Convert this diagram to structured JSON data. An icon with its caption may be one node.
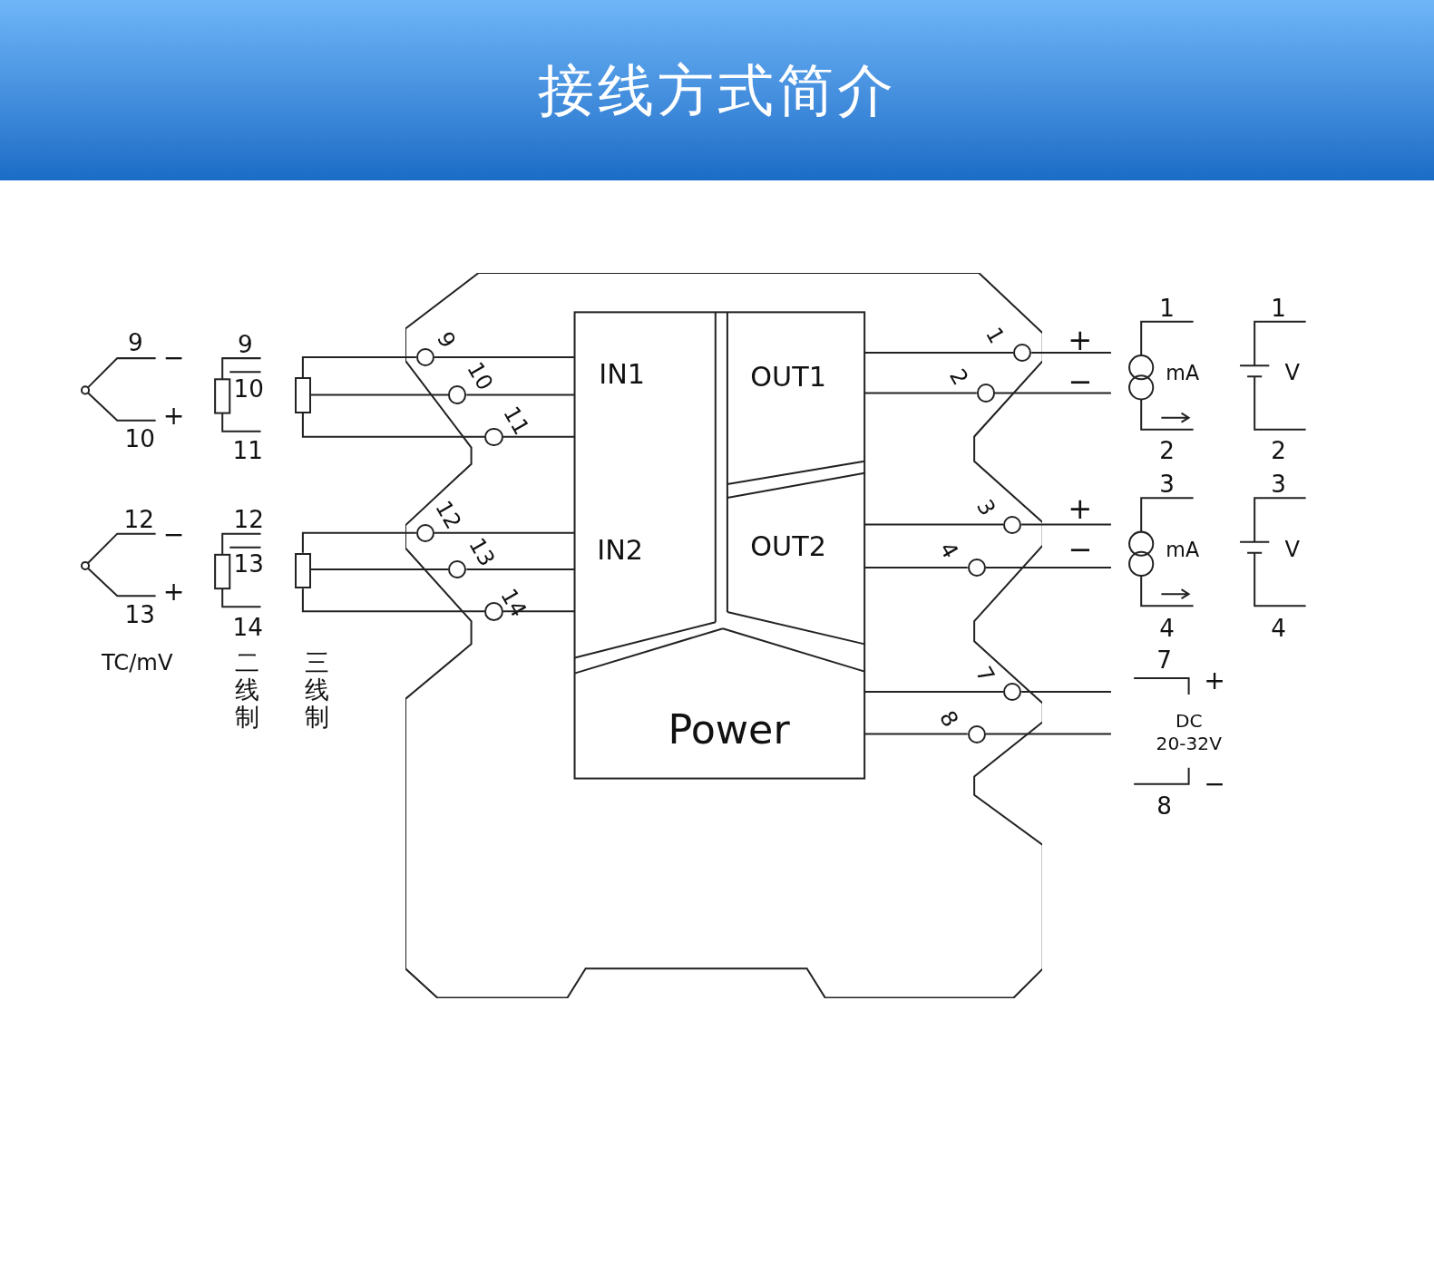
{
  "diagram": {
    "title": "接线方式简介",
    "nodes": [
      {
        "text": [],
        "shape": "box"
      },
      {
        "text": [
          "IN1"
        ],
        "in": 0
      },
      {
        "text": [
          "OUT1"
        ],
        "in": 0
      },
      {
        "text": [
          "IN2"
        ],
        "in": 0
      },
      {
        "text": [
          "OUT2"
        ],
        "in": 0
      },
      {
        "text": [
          "Power"
        ],
        "in": 0
      },
      {
        "text": [],
        "shape": "circle",
        "beside": [
          "9"
        ],
        "in": 0
      },
      {
        "text": [],
        "shape": "circle",
        "beside": [
          "10"
        ],
        "in": 0
      },
      {
        "text": [],
        "shape": "circle",
        "beside": [
          "11"
        ],
        "in": 0
      },
      {
        "text": [],
        "shape": "circle",
        "beside": [
          "12"
        ],
        "in": 0
      },
      {
        "text": [],
        "shape": "circle",
        "beside": [
          "13"
        ],
        "in": 0
      },
      {
        "text": [],
        "shape": "circle",
        "beside": [
          "14"
        ],
        "in": 0
      },
      {
        "text": [],
        "shape": "circle",
        "beside": [
          "1"
        ],
        "in": 0
      },
      {
        "text": [],
        "shape": "circle",
        "beside": [
          "2"
        ],
        "in": 0
      },
      {
        "text": [],
        "shape": "circle",
        "beside": [
          "3"
        ],
        "in": 0
      },
      {
        "text": [],
        "shape": "circle",
        "beside": [
          "4"
        ],
        "in": 0
      },
      {
        "text": [],
        "shape": "circle",
        "beside": [
          "7"
        ],
        "in": 0
      },
      {
        "text": [],
        "shape": "circle",
        "beside": [
          "8"
        ],
        "in": 0
      },
      {
        "text": [],
        "shape": "box"
      },
      {
        "text": [],
        "shape": "box"
      }
    ],
    "edges": [
      {
        "from": 18,
        "to": 6,
        "arrow": "none"
      },
      {
        "from": 18,
        "to": 7,
        "arrow": "none"
      },
      {
        "from": 18,
        "to": 8,
        "arrow": "none"
      },
      {
        "from": 6,
        "to": 1,
        "arrow": "none"
      },
      {
        "from": 7,
        "to": 1,
        "arrow": "none"
      },
      {
        "from": 8,
        "to": 1,
        "arrow": "none"
      },
      {
        "from": 19,
        "to": 9,
        "arrow": "none"
      },
      {
        "from": 19,
        "to": 10,
        "arrow": "none"
      },
      {
        "from": 19,
        "to": 11,
        "arrow": "none"
      },
      {
        "from": 9,
        "to": 3,
        "arrow": "none"
      },
      {
        "from": 10,
        "to": 3,
        "arrow": "none"
      },
      {
        "from": 11,
        "to": 3,
        "arrow": "none"
      },
      {
        "from": 12,
        "to": 2,
        "arrow": "none"
      },
      {
        "from": 13,
        "to": 2,
        "arrow": "none"
      },
      {
        "from": 14,
        "to": 4,
        "arrow": "none"
      },
      {
        "from": 15,
        "to": 4,
        "arrow": "none"
      },
      {
        "from": 16,
        "to": 5,
        "arrow": "none"
      },
      {
        "from": 17,
        "to": 5,
        "arrow": "none"
      },
      {
        "from": 12,
        "to": null,
        "arrow": "none"
      },
      {
        "from": 13,
        "to": null,
        "arrow": "none"
      },
      {
        "from": 14,
        "to": null,
        "arrow": "none"
      },
      {
        "from": 15,
        "to": null,
        "arrow": "none"
      },
      {
        "from": 16,
        "to": null,
        "arrow": "none"
      },
      {
        "from": 17,
        "to": null,
        "arrow": "none"
      }
    ],
    "labels": [
      "9",
      "−",
      "10",
      "+",
      "9",
      "10",
      "11",
      "12",
      "−",
      "13",
      "+",
      "12",
      "13",
      "14",
      "TC/mV",
      "二线制",
      "三线制",
      "+",
      "−",
      "1",
      "mA",
      "2",
      "1",
      "V",
      "2",
      "+",
      "−",
      "3",
      "mA",
      "4",
      "3",
      "V",
      "4",
      "7",
      "+",
      "DC 20-32V",
      "8",
      "−"
    ]
  }
}
